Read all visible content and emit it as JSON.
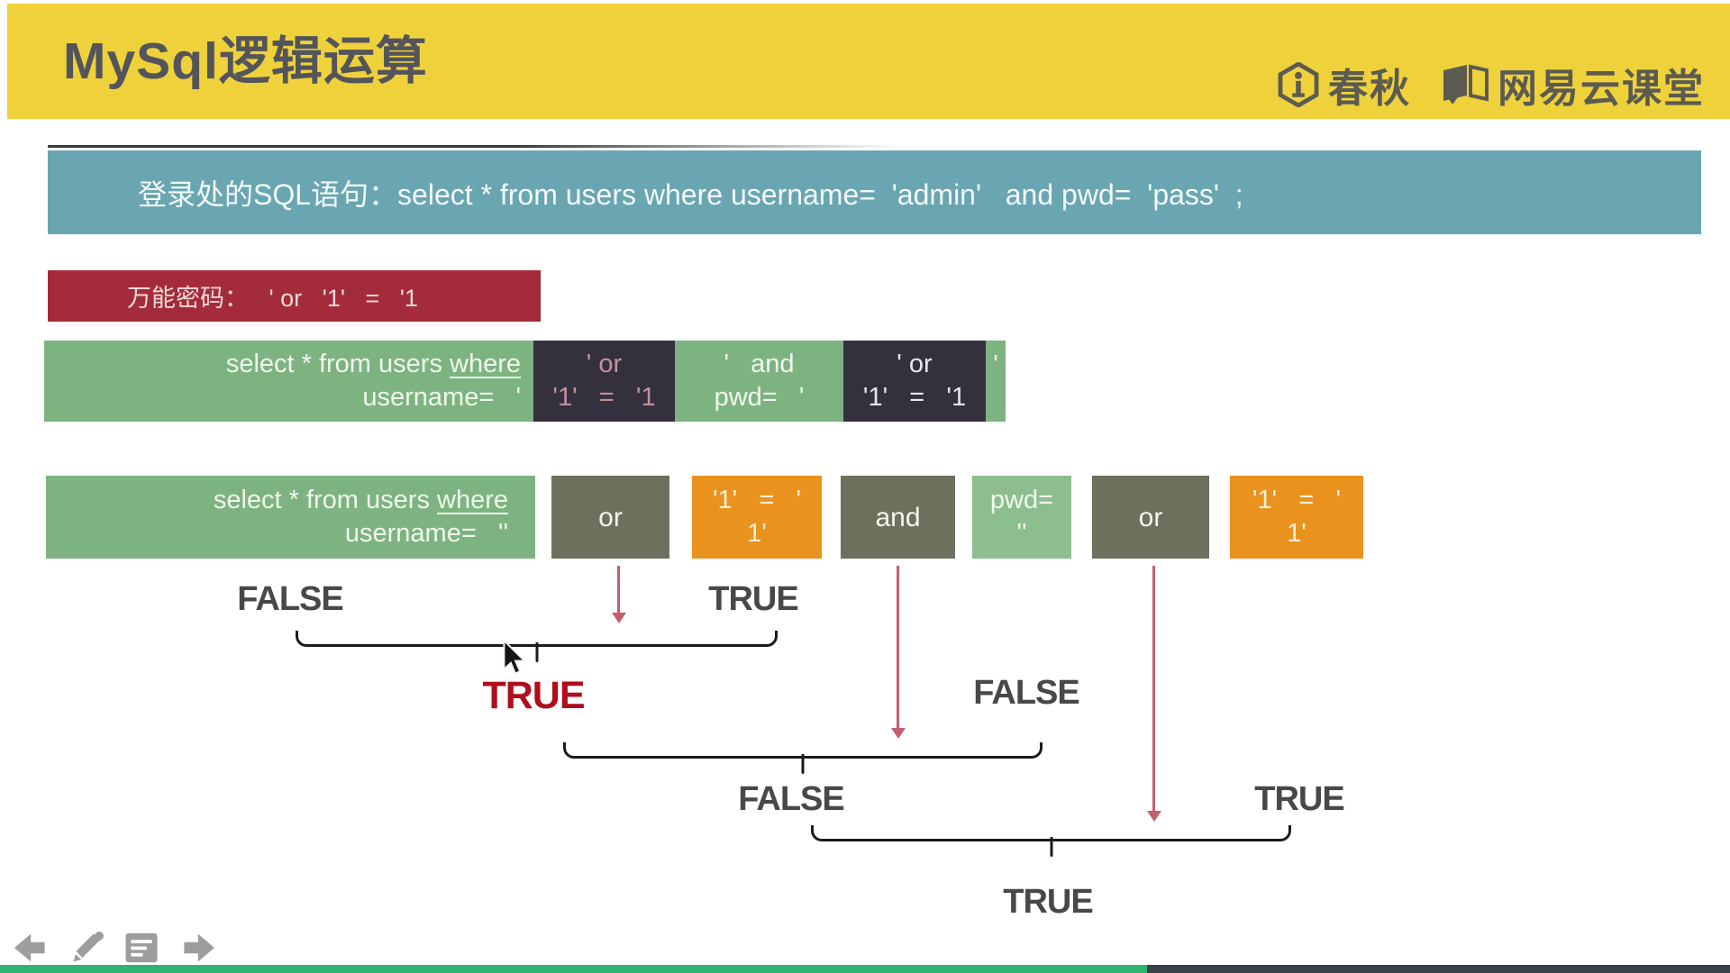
{
  "header": {
    "title": "MySql逻辑运算",
    "brands": [
      {
        "name": "春秋",
        "icon": "chunqiu-hexagon-i-icon"
      },
      {
        "name": "网易云课堂",
        "icon": "netease-book-icon"
      }
    ]
  },
  "banners": {
    "login_sql": "登录处的SQL语句：select * from users where username=  'admin'   and pwd=  'pass'  ;",
    "magic_password": "万能密码：   ' or   '1'   =   '1"
  },
  "injected_sql_row": {
    "user_segment": {
      "line1_pre": "select * from users ",
      "line1_keyword": "where",
      "line2": "username=   '"
    },
    "or1_segment": {
      "line1": "' or",
      "line2": "'1'   =   '1"
    },
    "and_segment": {
      "line1": "'   and",
      "line2": "pwd=   '"
    },
    "or2_segment": {
      "line1": "' or",
      "line2": "'1'   =   '1"
    },
    "tail_segment": "'"
  },
  "evaluation_row": {
    "user_box": {
      "line1_pre": "select * from users ",
      "line1_keyword": "where",
      "line2": "username=   ''"
    },
    "or1_box": "or",
    "true1_box": {
      "line1": "'1'   =   '",
      "line2": "1'"
    },
    "and_box": "and",
    "pwd_box": {
      "line1": "pwd=",
      "line2": "''"
    },
    "or2_box": "or",
    "true2_box": {
      "line1": "'1'   =   '",
      "line2": "1'"
    }
  },
  "evaluation_labels": {
    "username_result": "FALSE",
    "or1_result": "TRUE",
    "first_group_result": "TRUE",
    "pwd_result": "FALSE",
    "second_group_result": "FALSE",
    "or2_result": "TRUE",
    "final_result": "TRUE"
  },
  "footer": {
    "nav_icons": [
      "back-arrow-icon",
      "pencil-icon",
      "notes-icon",
      "forward-arrow-icon"
    ]
  },
  "colors": {
    "header_yellow": "#EFD23B",
    "title_gray": "#54555B",
    "banner_teal": "#6AA6B2",
    "banner_red": "#A42C3A",
    "bar_green": "#7DB381",
    "box_dark_purple": "#35303E",
    "box_olive": "#6F6F5E",
    "box_orange": "#E9921E",
    "pwd_green": "#8CBE8F",
    "label_gray": "#484848",
    "true_red": "#AE0E1D",
    "arrow_rose": "#C75E6E",
    "progress_green": "#2EB573",
    "progress_dark": "#3A4048"
  }
}
